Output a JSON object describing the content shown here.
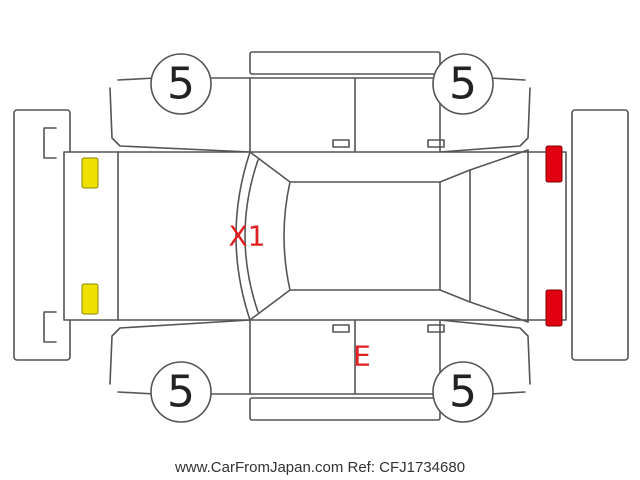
{
  "tires": {
    "front_left": "5",
    "front_right": "5",
    "rear_left": "5",
    "rear_right": "5"
  },
  "damage_codes": {
    "windshield": "X1",
    "lower_door": "E"
  },
  "footer": "www.CarFromJapan.com Ref: CFJ1734680",
  "colors": {
    "headlight": "#f0e000",
    "taillight": "#e00010",
    "damage_code": "#e02020",
    "outline": "#555555"
  }
}
